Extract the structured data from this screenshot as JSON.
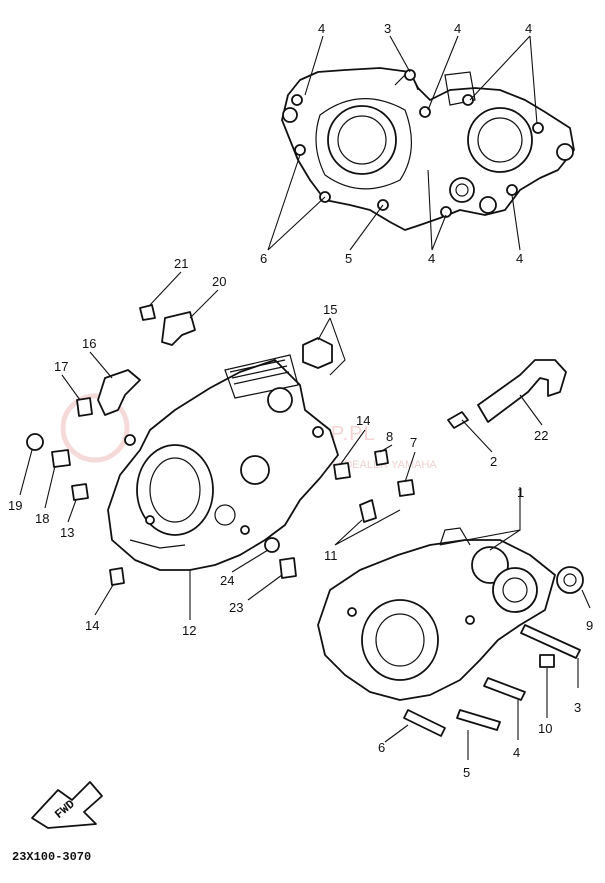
{
  "diagram_code": "23X100-3070",
  "fwd_label": "FWD",
  "watermark": {
    "line1": "SAMASKLEP.PL",
    "line2": "WYSYŁKOWY SKLEP | DEALER YAMAHA"
  },
  "callouts": {
    "top_4a": "4",
    "top_3": "3",
    "top_4b": "4",
    "top_4c": "4",
    "top_6": "6",
    "top_5": "5",
    "top_4d": "4",
    "top_4e": "4",
    "c21": "21",
    "c20": "20",
    "c15": "15",
    "c16": "16",
    "c17": "17",
    "c14a": "14",
    "c8": "8",
    "c7": "7",
    "c2": "2",
    "c22": "22",
    "c1": "1",
    "c19": "19",
    "c18": "18",
    "c13": "13",
    "c11": "11",
    "c24": "24",
    "c23": "23",
    "c14b": "14",
    "c12": "12",
    "c9": "9",
    "c3": "3",
    "c10": "10",
    "c4": "4",
    "c6": "6",
    "c5": "5"
  }
}
